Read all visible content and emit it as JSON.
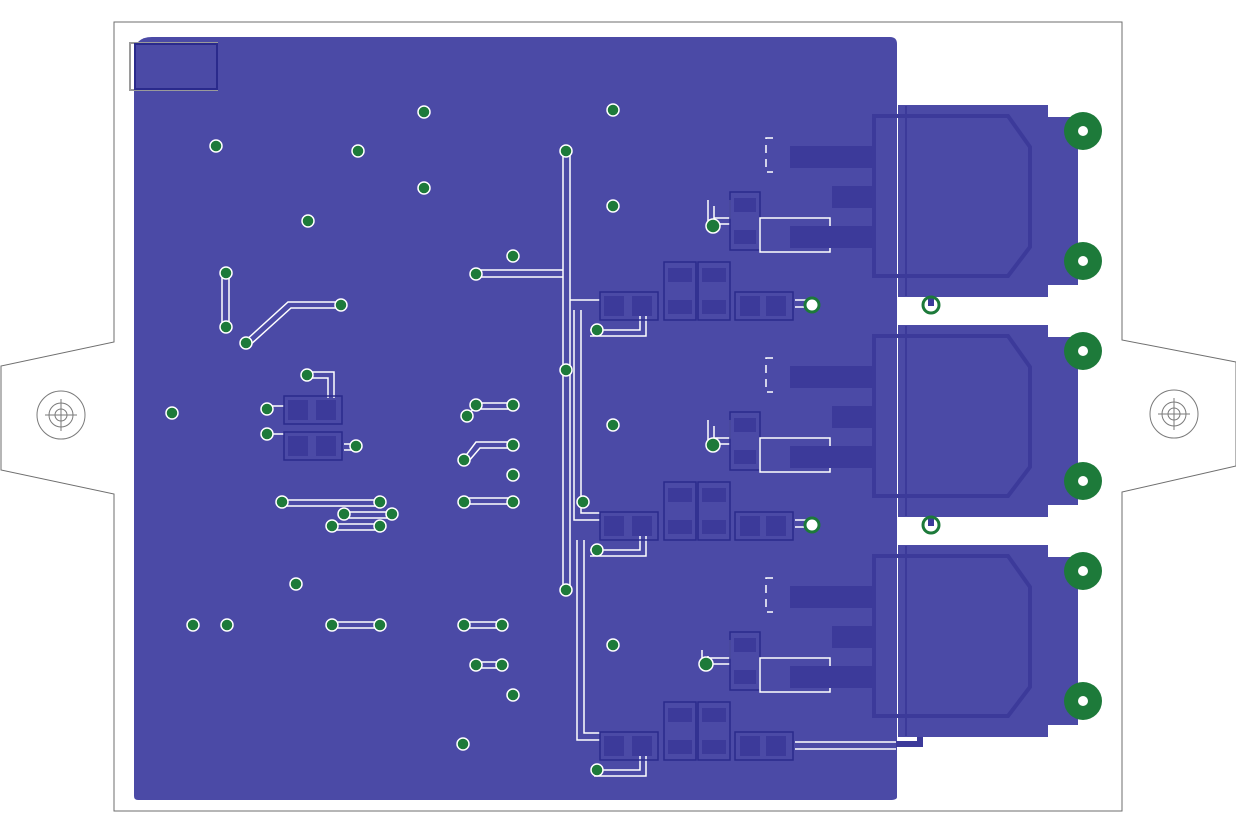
{
  "view": {
    "kind": "pcb-layout",
    "layer": "bottom-copper"
  },
  "colors": {
    "background": "#ffffff",
    "outline": "#6e6e6e",
    "copper_pour": "#4b4aa6",
    "copper_dark": "#3c3a9a",
    "pad_outline": "#2a2a8c",
    "trace_gap": "#ffffff",
    "via_green": "#1d7a3a",
    "silkscreen": "#9a9a9a",
    "mark_line": "#7a7a7a"
  },
  "mounting_holes": [
    {
      "id": "left-mounting-hole"
    },
    {
      "id": "right-mounting-hole"
    }
  ],
  "connectors": [
    {
      "id": "connector-1"
    },
    {
      "id": "connector-2"
    },
    {
      "id": "connector-3"
    }
  ],
  "channels": [
    {
      "id": "channel-1"
    },
    {
      "id": "channel-2"
    },
    {
      "id": "channel-3"
    }
  ]
}
